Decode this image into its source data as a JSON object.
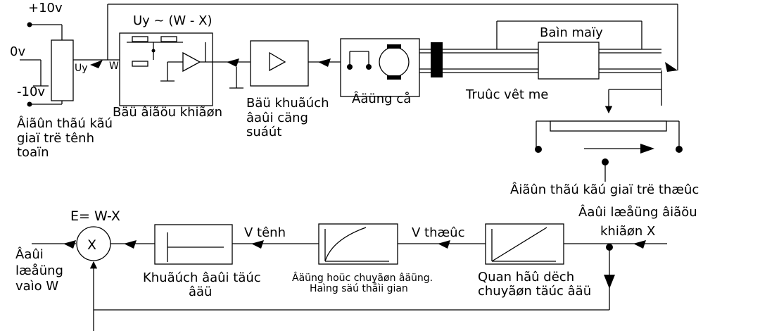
{
  "top": {
    "plus10v": "+10v",
    "zero_v": "0v",
    "minus10v": "-10v",
    "uy_relation": "Uy ~ (W - X)",
    "uy": "Uy",
    "w": "W",
    "ban_may": "Baìn maïy",
    "bo_dieu_khien": "Bäü âiãöu khiãøn",
    "bo_khuech_dai": [
      "Bäü khuãúch",
      "âaûi cäng",
      "suáút"
    ],
    "dong_co": "Âäüng cå",
    "truc_vit_me": "Truûc vêt me",
    "dien_the_ke_toan": [
      "Âiãûn thãú kãú",
      "giaï trë tênh",
      "toaïn"
    ],
    "dien_the_ke_thuc": "Âiãûn thãú kãú giaï trë thæûc"
  },
  "bottom": {
    "e_eq": "E= W-X",
    "x_mark": "X",
    "dai_luong_vao": [
      "Âaûi",
      "læåüng",
      "vaìo W"
    ],
    "v_tinh": "V tênh",
    "v_thuc": "V thæûc",
    "khuech_dai": [
      "Khuãúch âaûi täúc",
      "âäü"
    ],
    "dong_hoc": [
      "Âäüng hoüc chuyãøn âäüng.",
      "Haìng säú thåìi gian"
    ],
    "quan_he": [
      "Quan hãû dëch",
      "chuyãøn täúc âäü"
    ],
    "dai_luong_dieu_khien": [
      "Âaûi læåüng âiãöu",
      "khiãøn X"
    ]
  }
}
